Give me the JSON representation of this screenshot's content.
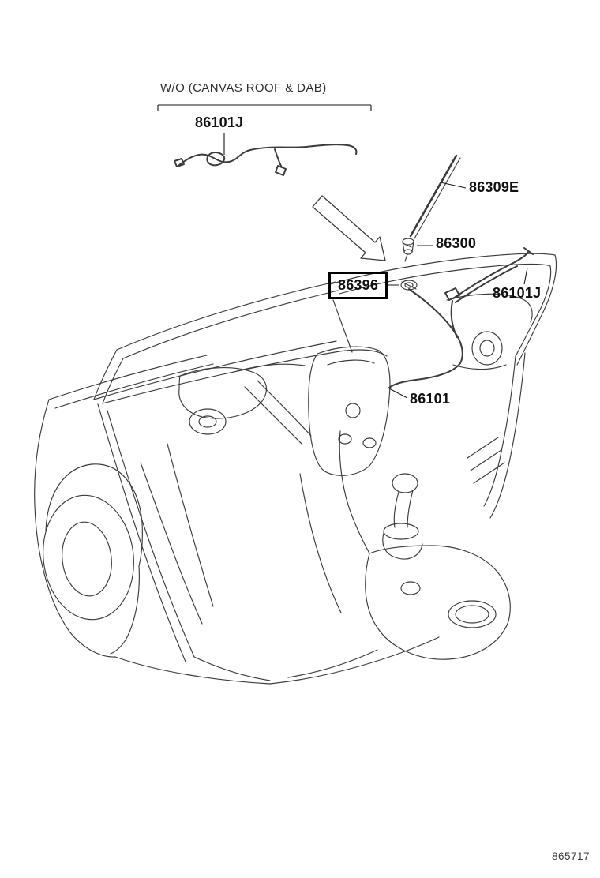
{
  "diagram": {
    "variant_note": "W/O (CANVAS ROOF & DAB)",
    "figure_code": "865717",
    "line_color": "#3b3b3b",
    "selected_box_color": "#000000"
  },
  "callouts": {
    "antenna_cord_top": "86101J",
    "antenna_rod": "86309E",
    "antenna_assembly": "86300",
    "antenna_bracket_selected": "86396",
    "antenna_cord_right": "86101J",
    "antenna_cord_main": "86101"
  }
}
